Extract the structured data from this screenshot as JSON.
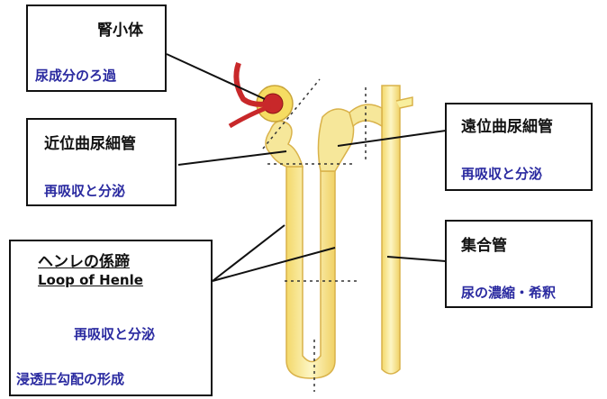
{
  "labels": {
    "renal_corpuscle": {
      "title": "腎小体",
      "function": "尿成分のろ過"
    },
    "proximal_tubule": {
      "title": "近位曲尿細管",
      "function": "再吸収と分泌"
    },
    "distal_tubule": {
      "title": "遠位曲尿細管",
      "function": "再吸収と分泌"
    },
    "collecting_duct": {
      "title": "集合管",
      "function": "尿の濃縮・希釈"
    },
    "loop_of_henle": {
      "title": "ヘンレの係蹄",
      "subtitle": "Loop of Henle",
      "function_1": "再吸収と分泌",
      "function_2": "浸透圧勾配の形成"
    }
  },
  "colors": {
    "tubule_fill": "#f8ef9e",
    "tubule_edge": "#d9b24a",
    "vessel": "#c8282a",
    "function_text": "#2a2aa0",
    "line": "#111111"
  }
}
